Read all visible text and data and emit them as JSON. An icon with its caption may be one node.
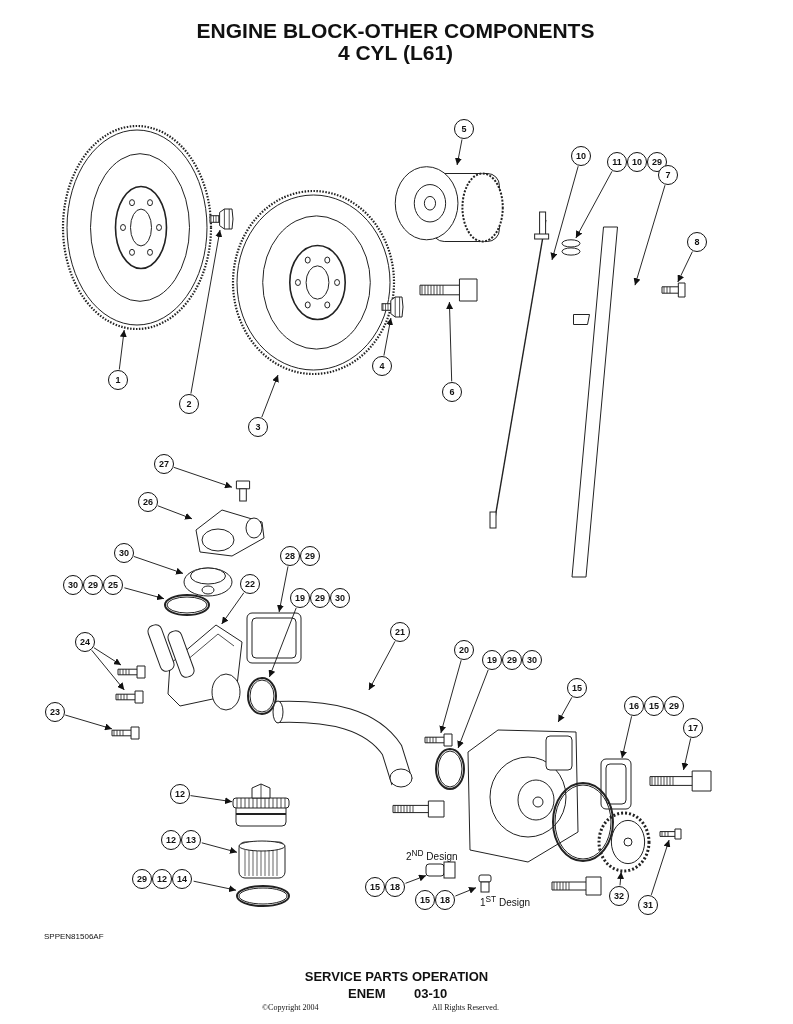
{
  "diagram": {
    "title": "ENGINE BLOCK-OTHER COMPONENTS 4 CYL (L61)",
    "nodes": [
      {
        "text": [
          "5"
        ]
      },
      {
        "text": [],
        "shape": "picture"
      },
      {
        "text": [
          "10"
        ]
      },
      {
        "text": [],
        "shape": "picture"
      },
      {
        "text": [
          "11",
          "10",
          "29"
        ]
      },
      {
        "text": [],
        "shape": "picture"
      },
      {
        "text": [
          "7"
        ]
      },
      {
        "text": [],
        "shape": "picture"
      },
      {
        "text": [
          "8"
        ]
      },
      {
        "text": [],
        "shape": "picture"
      },
      {
        "text": [
          "1"
        ]
      },
      {
        "text": [],
        "shape": "picture"
      },
      {
        "text": [
          "2"
        ]
      },
      {
        "text": [],
        "shape": "picture"
      },
      {
        "text": [
          "3"
        ]
      },
      {
        "text": [],
        "shape": "picture"
      },
      {
        "text": [
          "4"
        ]
      },
      {
        "text": [],
        "shape": "picture"
      },
      {
        "text": [
          "6"
        ]
      },
      {
        "text": [],
        "shape": "picture"
      },
      {
        "text": [
          "27"
        ]
      },
      {
        "text": [],
        "shape": "picture"
      },
      {
        "text": [
          "26"
        ]
      },
      {
        "text": [],
        "shape": "picture"
      },
      {
        "text": [
          "30"
        ]
      },
      {
        "text": [],
        "shape": "picture"
      },
      {
        "text": [
          "30",
          "29",
          "25"
        ]
      },
      {
        "text": [],
        "shape": "picture"
      },
      {
        "text": [
          "22"
        ]
      },
      {
        "text": [],
        "shape": "picture"
      },
      {
        "text": [
          "28",
          "29"
        ]
      },
      {
        "text": [],
        "shape": "picture"
      },
      {
        "text": [
          "19",
          "29",
          "30"
        ]
      },
      {
        "text": [],
        "shape": "picture"
      },
      {
        "text": [
          "21"
        ]
      },
      {
        "text": [],
        "shape": "picture"
      },
      {
        "text": [
          "24"
        ]
      },
      {
        "text": [],
        "shape": "picture"
      },
      {
        "text": [],
        "shape": "picture"
      },
      {
        "text": [
          "23"
        ]
      },
      {
        "text": [],
        "shape": "picture"
      },
      {
        "text": [
          "20"
        ]
      },
      {
        "text": [],
        "shape": "picture"
      },
      {
        "text": [
          "19",
          "29",
          "30"
        ]
      },
      {
        "text": [],
        "shape": "picture"
      },
      {
        "text": [
          "15"
        ]
      },
      {
        "text": [],
        "shape": "picture"
      },
      {
        "text": [
          "16",
          "15",
          "29"
        ]
      },
      {
        "text": [],
        "shape": "picture"
      },
      {
        "text": [
          "17"
        ]
      },
      {
        "text": [],
        "shape": "picture"
      },
      {
        "text": [
          "12"
        ]
      },
      {
        "text": [],
        "shape": "picture"
      },
      {
        "text": [
          "12",
          "13"
        ]
      },
      {
        "text": [],
        "shape": "picture"
      },
      {
        "text": [
          "29",
          "12",
          "14"
        ]
      },
      {
        "text": [],
        "shape": "picture"
      },
      {
        "text": [
          "15",
          "18"
        ]
      },
      {
        "text": [],
        "shape": "picture"
      },
      {
        "text": [
          "15",
          "18"
        ]
      },
      {
        "text": [],
        "shape": "picture"
      },
      {
        "text": [
          "32"
        ]
      },
      {
        "text": [],
        "shape": "picture"
      },
      {
        "text": [
          "31"
        ]
      },
      {
        "text": [],
        "shape": "picture"
      }
    ],
    "edges": [
      {
        "from": 0,
        "to": 1,
        "arrow": "to"
      },
      {
        "from": 2,
        "to": 3,
        "arrow": "to"
      },
      {
        "from": 4,
        "to": 5,
        "arrow": "to"
      },
      {
        "from": 6,
        "to": 7,
        "arrow": "to"
      },
      {
        "from": 8,
        "to": 9,
        "arrow": "to"
      },
      {
        "from": 10,
        "to": 11,
        "arrow": "to"
      },
      {
        "from": 12,
        "to": 13,
        "arrow": "to"
      },
      {
        "from": 14,
        "to": 15,
        "arrow": "to"
      },
      {
        "from": 16,
        "to": 17,
        "arrow": "to"
      },
      {
        "from": 18,
        "to": 19,
        "arrow": "to"
      },
      {
        "from": 20,
        "to": 21,
        "arrow": "to"
      },
      {
        "from": 22,
        "to": 23,
        "arrow": "to"
      },
      {
        "from": 24,
        "to": 25,
        "arrow": "to"
      },
      {
        "from": 26,
        "to": 27,
        "arrow": "to"
      },
      {
        "from": 28,
        "to": 29,
        "arrow": "to"
      },
      {
        "from": 30,
        "to": 31,
        "arrow": "to"
      },
      {
        "from": 32,
        "to": 33,
        "arrow": "to"
      },
      {
        "from": 34,
        "to": 35,
        "arrow": "to"
      },
      {
        "from": 36,
        "to": 37,
        "arrow": "to"
      },
      {
        "from": 36,
        "to": 38,
        "arrow": "to"
      },
      {
        "from": 39,
        "to": 40,
        "arrow": "to"
      },
      {
        "from": 41,
        "to": 42,
        "arrow": "to"
      },
      {
        "from": 43,
        "to": 44,
        "arrow": "to"
      },
      {
        "from": 45,
        "to": 46,
        "arrow": "to"
      },
      {
        "from": 47,
        "to": 48,
        "arrow": "to"
      },
      {
        "from": 49,
        "to": 50,
        "arrow": "to"
      },
      {
        "from": 51,
        "to": 52,
        "arrow": "to"
      },
      {
        "from": 53,
        "to": 54,
        "arrow": "to"
      },
      {
        "from": 55,
        "to": 56,
        "arrow": "to"
      },
      {
        "from": 57,
        "to": 58,
        "arrow": "to"
      },
      {
        "from": 59,
        "to": 60,
        "arrow": "to"
      },
      {
        "from": 61,
        "to": 62,
        "arrow": "to"
      },
      {
        "from": 63,
        "to": 64,
        "arrow": "to"
      }
    ],
    "labels": [
      "2$^{ND}$ Design",
      "1$^{ST}$ Design",
      "SPPEN81506AF",
      "SERVICE PARTS OPERATION",
      "ENEM",
      "03-10",
      "©Copyright 2004",
      "All Rights Reserved."
    ]
  }
}
